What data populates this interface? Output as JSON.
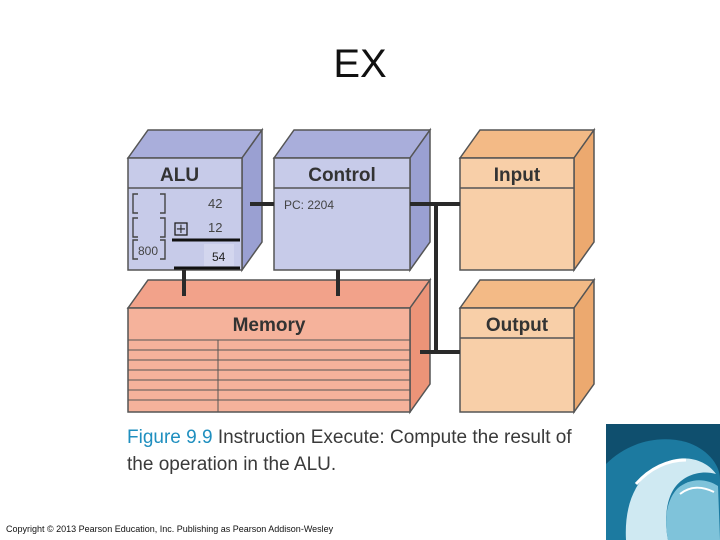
{
  "slide": {
    "title": "EX"
  },
  "diagram": {
    "alu": {
      "label": "ALU",
      "register_values": [
        "42",
        "12"
      ],
      "memory_value": "800",
      "result": "54",
      "operator_symbol": "+"
    },
    "control": {
      "label": "Control",
      "pc": "PC: 2204"
    },
    "input": {
      "label": "Input"
    },
    "output": {
      "label": "Output"
    },
    "memory": {
      "label": "Memory"
    }
  },
  "caption": {
    "figure_label": "Figure 9.9",
    "text": "Instruction Execute: Compute the result of the operation in the ALU."
  },
  "footer": {
    "copyright": "Copyright © 2013 Pearson Education, Inc. Publishing as Pearson Addison-Wesley"
  },
  "colors": {
    "blue_front": "#c7cbe9",
    "blue_top": "#a9aedb",
    "blue_side": "#9aa0d2",
    "orange_front": "#f8cfa8",
    "orange_top": "#f3ba86",
    "orange_side": "#eca96f",
    "salmon_front": "#f5b29b",
    "salmon_top": "#f2a28a",
    "figure_label": "#1f8fbf"
  }
}
